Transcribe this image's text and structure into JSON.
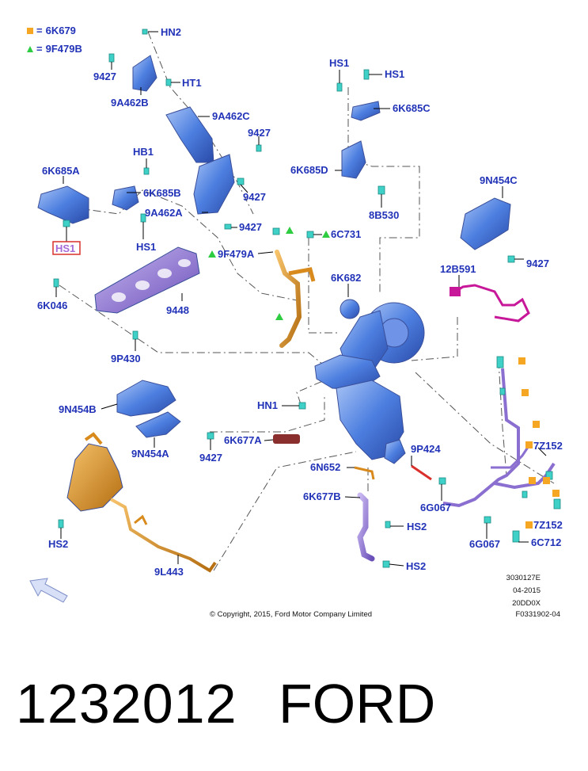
{
  "legend": [
    {
      "symbol": "=",
      "code": "6K679",
      "color": "#f5a623",
      "shape": "square"
    },
    {
      "symbol": "=",
      "code": "9F479B",
      "color": "#2ecc40",
      "shape": "triangle"
    }
  ],
  "labels": {
    "hn2": "HN2",
    "l9427a": "9427",
    "ht1": "HT1",
    "l9a462b": "9A462B",
    "l9a462c": "9A462C",
    "l9427b": "9427",
    "hb1": "HB1",
    "l6k685a": "6K685A",
    "l6k685b": "6K685B",
    "l9a462a": "9A462A",
    "l9427c": "9427",
    "l9427d": "9427",
    "hs1a": "HS1",
    "hs1b": "HS1",
    "hs1c": "HS1",
    "hs1d": "HS1",
    "l6k685c": "6K685C",
    "l6k685d": "6K685D",
    "l8b530": "8B530",
    "l9n454c": "9N454C",
    "l9427e": "9427",
    "l6c731": "6C731",
    "l9f479a": "9F479A",
    "l6k682": "6K682",
    "l12b591": "12B591",
    "l6k046": "6K046",
    "l9448": "9448",
    "l9p430": "9P430",
    "l9n454b": "9N454B",
    "hn1": "HN1",
    "l9n454a": "9N454A",
    "l9427f": "9427",
    "l6k677a": "6K677A",
    "l7z152a": "7Z152",
    "l9p424": "9P424",
    "l6n652": "6N652",
    "l6g067a": "6G067",
    "l6k677b": "6K677B",
    "hs2a": "HS2",
    "hs2b": "HS2",
    "hs2c": "HS2",
    "l7z152b": "7Z152",
    "l6g067b": "6G067",
    "l6c712": "6C712",
    "l9l443": "9L443"
  },
  "info_block": [
    "3030127E",
    "04-2015",
    "20DD0X",
    "F0331902-04"
  ],
  "copyright": "© Copyright, 2015, Ford Motor Company Limited",
  "part_number": "1232012",
  "brand": "FORD",
  "colors": {
    "label": "#2233b8",
    "part_blue": "#4a78d8",
    "orange": "#d98a1c",
    "magenta": "#c8189a",
    "purple": "#8b6fd0",
    "fastener": "#3fd1c8",
    "highlight_box": "#d9302c"
  }
}
